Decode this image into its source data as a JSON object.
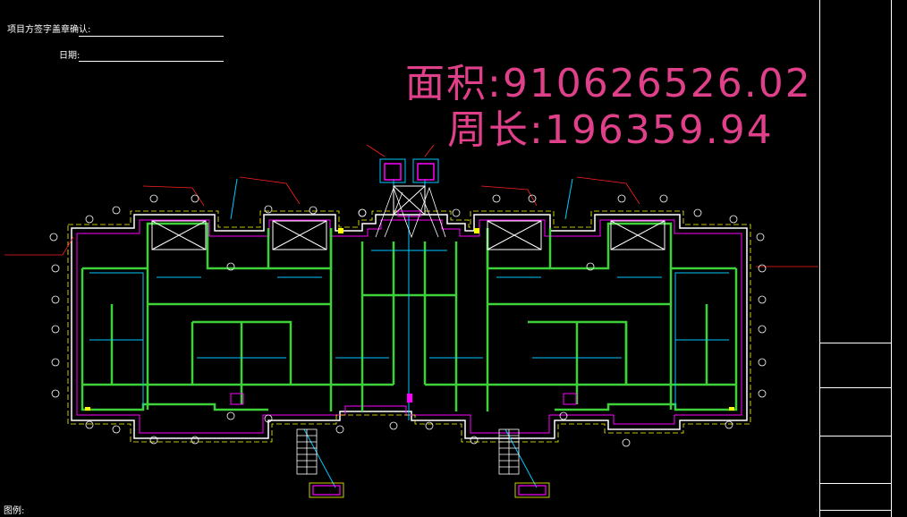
{
  "header": {
    "confirm_label": "项目方签字盖章确认:",
    "date_label": "日期:"
  },
  "metrics": {
    "area_text": "面积:910626526.02",
    "perimeter_text": "周长:196359.94"
  },
  "legend_label": "图例:",
  "colors": {
    "background": "#000000",
    "metric_text": "#e0408a",
    "wall_green": "#3fd13a",
    "wall_white": "#ffffff",
    "accent_magenta": "#ff00ff",
    "accent_cyan": "#00c8ff",
    "annotation_red": "#ff2020",
    "accent_yellow": "#ffff00"
  }
}
